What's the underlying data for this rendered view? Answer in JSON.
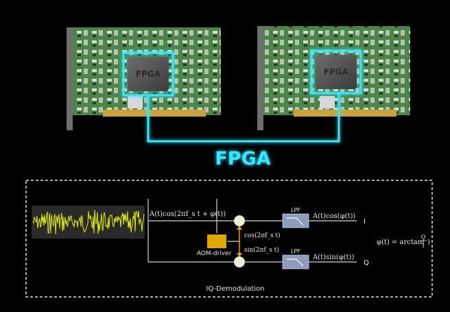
{
  "top": {
    "chip_left_label": "FPGA",
    "chip_right_label": "FPGA",
    "title": "FPGA"
  },
  "diagram": {
    "input_signal_label": "A(t)cos(2πf_s t + φ(t))",
    "aom_driver_label": "AOM-driver",
    "cos_ref_label": "cos(2πf_s t)",
    "sin_ref_label": "sin(2πf_s t)",
    "lpf_top_label": "LPF",
    "lpf_bottom_label": "LPF",
    "out_i_expr": "A(t)cos(φ(t))",
    "out_q_expr": "A(t)sin(φ(t))",
    "out_i_label": "I",
    "out_q_label": "Q",
    "phase_formula_lhs": "φ(t) = arctan(",
    "phase_formula_num": "Q",
    "phase_formula_den": "I",
    "caption": "IQ-Demodulation"
  },
  "colors": {
    "accent_cyan": "#34e6ff",
    "pcb_green": "#4e8a4a",
    "signal_yellow": "#e8f000",
    "aom_orange": "#e0a800",
    "lpf_fill": "#8f9dbc"
  }
}
